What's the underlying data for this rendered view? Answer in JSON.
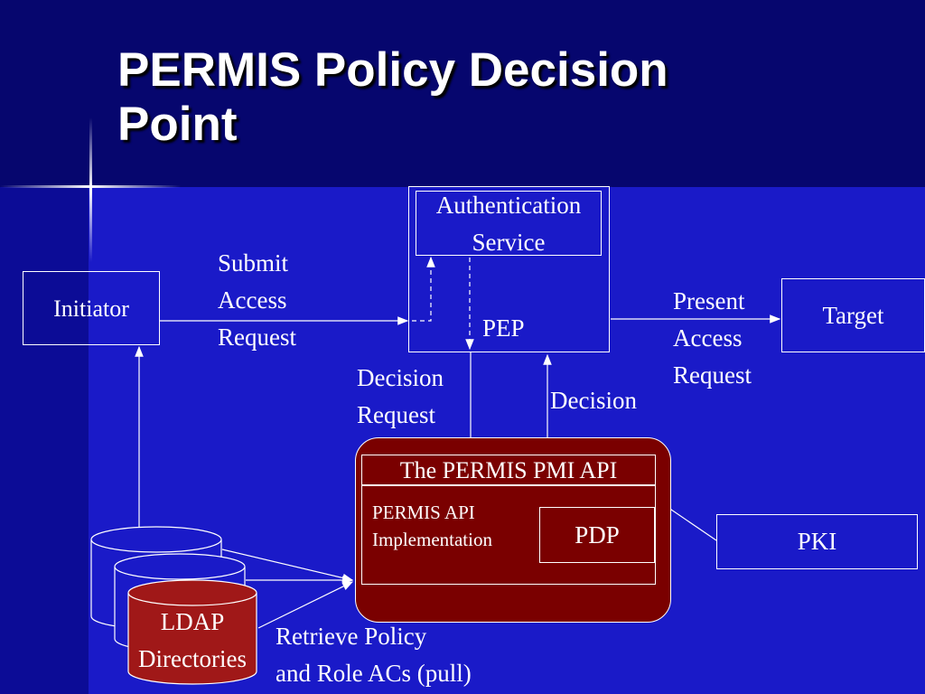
{
  "slide": {
    "title_line1": "PERMIS Policy Decision",
    "title_line2": "Point"
  },
  "diagram": {
    "initiator": "Initiator",
    "target": "Target",
    "pep": "PEP",
    "auth_line1": "Authentication",
    "auth_line2": "Service",
    "submit": [
      "Submit",
      "Access",
      "Request"
    ],
    "present": [
      "Present",
      "Access",
      "Request"
    ],
    "decision_request": [
      "Decision",
      "Request"
    ],
    "decision": "Decision",
    "api_title": "The PERMIS PMI API",
    "impl": [
      "PERMIS API",
      "Implementation"
    ],
    "pdp": "PDP",
    "pki": "PKI",
    "ldap": [
      "LDAP",
      "Directories"
    ],
    "retrieve": [
      "Retrieve Policy",
      "and Role ACs (pull)"
    ]
  },
  "colors": {
    "background": "#1a1ac8",
    "header_band": "#06066e",
    "api_fill": "#7a0000",
    "ldap_fill": "#a01818"
  }
}
